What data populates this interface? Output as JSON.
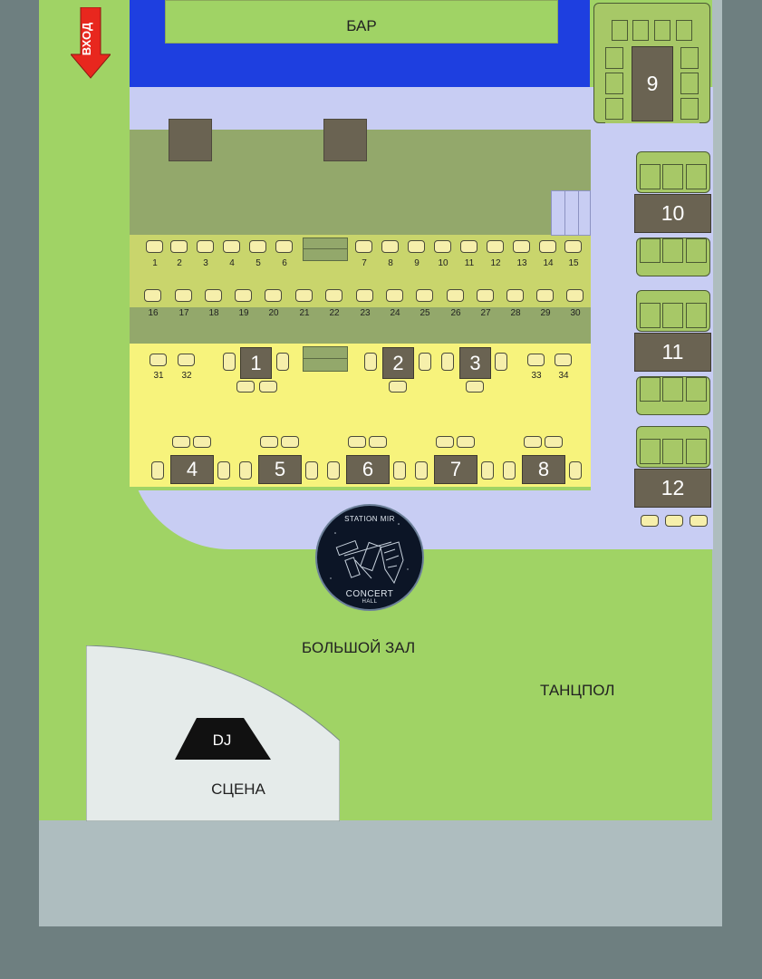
{
  "labels": {
    "entrance": "ВХОД",
    "bar": "БАР",
    "hall": "БОЛЬШОЙ ЗАЛ",
    "dancefloor": "ТАНЦПОЛ",
    "stage": "СЦЕНА",
    "dj": "DJ"
  },
  "logo": {
    "top": "STATION MIR",
    "bottom": "CONCERT",
    "bottom2": "HALL"
  },
  "seats_row1": [
    "1",
    "2",
    "3",
    "4",
    "5",
    "6",
    "7",
    "8",
    "9",
    "10",
    "11",
    "12",
    "13",
    "14",
    "15"
  ],
  "seats_row2": [
    "16",
    "17",
    "18",
    "19",
    "20",
    "21",
    "22",
    "23",
    "24",
    "25",
    "26",
    "27",
    "28",
    "29",
    "30"
  ],
  "seats_row3": [
    "31",
    "32",
    "33",
    "34"
  ],
  "tables_center": [
    "1",
    "2",
    "3"
  ],
  "tables_front": [
    "4",
    "5",
    "6",
    "7",
    "8"
  ],
  "vip_tables": [
    "9",
    "10",
    "11",
    "12"
  ],
  "colors": {
    "grass": "#a0d365",
    "bar_blue": "#1e3fe0",
    "corridor": "#c8cdf3",
    "yellow_zone": "#f7f37c",
    "table_dark": "#6a6352",
    "entrance_arrow": "#e8271e"
  }
}
